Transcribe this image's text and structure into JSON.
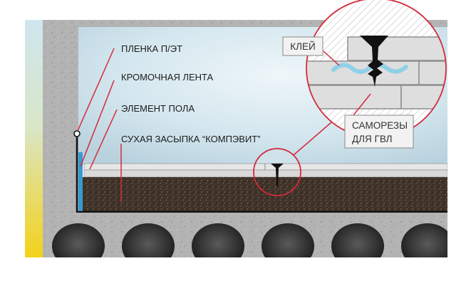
{
  "labels": {
    "film": "ПЛЕНКА П/ЭТ",
    "edge_tape": "КРОМОЧНАЯ ЛЕНТА",
    "floor_element": "ЭЛЕМЕНТ ПОЛА",
    "dry_fill": "СУХАЯ ЗАСЫПКА “КОМПЭВИТ”"
  },
  "callouts": {
    "glue": "КЛЕЙ",
    "screws_line1": "САМОРЕЗЫ",
    "screws_line2": "ДЛЯ ГВЛ"
  },
  "colors": {
    "leader_lines": "#d42a3c",
    "backfill": "#4a3a2e",
    "glue": "#8fd0e8",
    "edge_tape": "#3a9ad0",
    "concrete": "#a9a9a9",
    "wall_panel": "#cfe2ea",
    "gradient_strip_top": "#cfe6ef",
    "gradient_strip_bottom": "#f3d21a"
  }
}
